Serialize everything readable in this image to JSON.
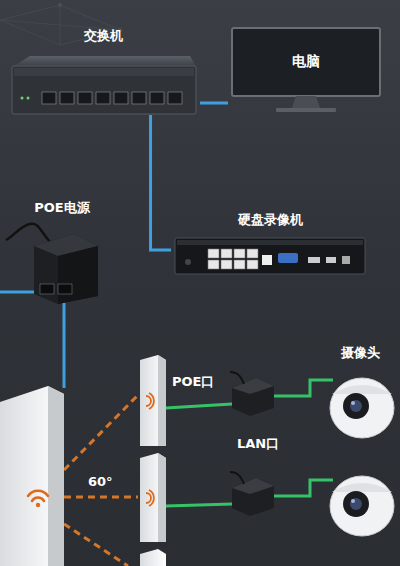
{
  "diagram": {
    "nodes": [
      {
        "text": [
          "交换机"
        ]
      },
      {
        "text": [
          "电脑"
        ]
      },
      {
        "text": [
          "POE电源"
        ]
      },
      {
        "text": [
          "硬盘录像机"
        ]
      },
      {
        "text": [
          "摄像头"
        ]
      }
    ],
    "edges": [
      {
        "from": 0,
        "to": 1,
        "arrow": "none"
      },
      {
        "from": 0,
        "to": 3,
        "arrow": "none"
      }
    ],
    "labels": [
      "POE口",
      "LAN口",
      "60°"
    ]
  }
}
